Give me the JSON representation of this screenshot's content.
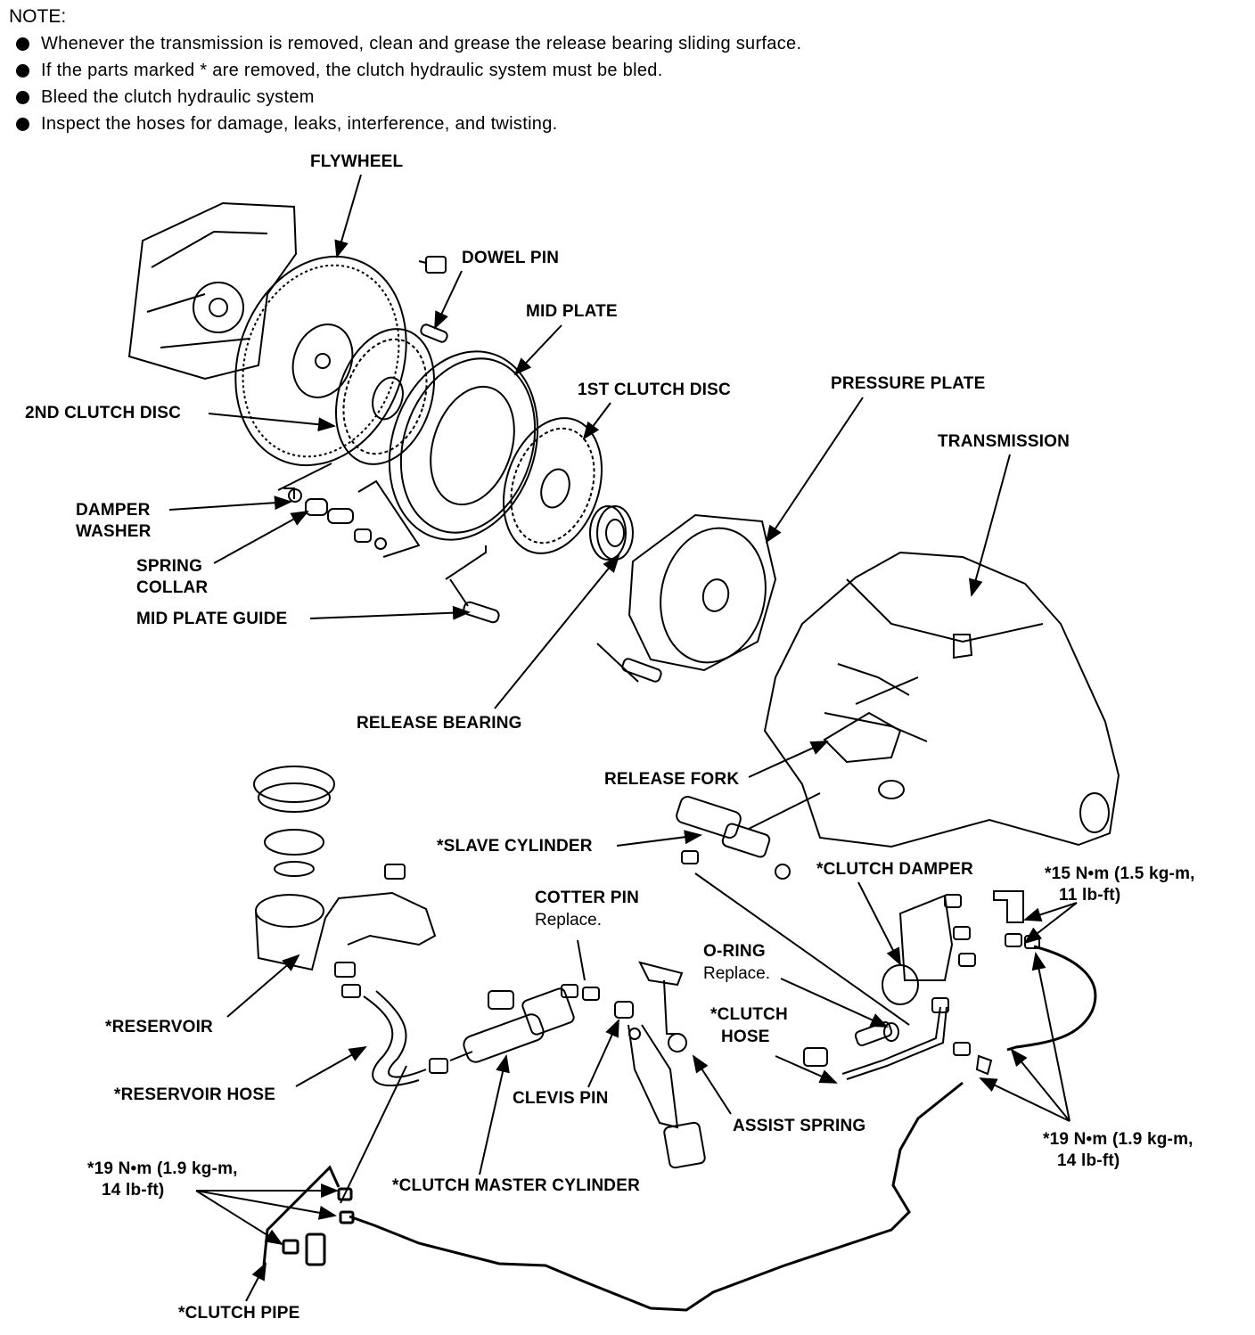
{
  "note": {
    "title": "NOTE:",
    "items": [
      "Whenever the transmission is removed, clean and grease the release bearing sliding surface.",
      "If the parts marked * are removed, the clutch hydraulic system must be bled.",
      "Bleed the clutch hydraulic system",
      "Inspect the hoses for damage, leaks, interference, and twisting."
    ]
  },
  "labels": {
    "flywheel": "FLYWHEEL",
    "dowel_pin": "DOWEL PIN",
    "mid_plate": "MID PLATE",
    "first_clutch_disc": "1ST CLUTCH DISC",
    "pressure_plate": "PRESSURE PLATE",
    "transmission": "TRANSMISSION",
    "second_clutch_disc": "2ND CLUTCH DISC",
    "damper_washer_1": "DAMPER",
    "damper_washer_2": "WASHER",
    "spring_collar_1": "SPRING",
    "spring_collar_2": "COLLAR",
    "mid_plate_guide": "MID PLATE GUIDE",
    "release_bearing": "RELEASE BEARING",
    "release_fork": "RELEASE FORK",
    "slave_cylinder": "*SLAVE CYLINDER",
    "cotter_pin": "COTTER PIN",
    "cotter_pin_note": "Replace.",
    "clutch_damper": "*CLUTCH DAMPER",
    "torque_15_line1": "*15 N•m (1.5 kg-m,",
    "torque_15_line2": "11 lb-ft)",
    "o_ring": "O-RING",
    "o_ring_note": "Replace.",
    "clutch_hose_1": "*CLUTCH",
    "clutch_hose_2": "HOSE",
    "reservoir": "*RESERVOIR",
    "reservoir_hose": "*RESERVOIR HOSE",
    "clevis_pin": "CLEVIS PIN",
    "assist_spring": "ASSIST SPRING",
    "torque_19_right_line1": "*19 N•m (1.9 kg-m,",
    "torque_19_right_line2": "14 lb-ft)",
    "torque_19_left_line1": "*19 N•m (1.9 kg-m,",
    "torque_19_left_line2": "14 lb-ft)",
    "clutch_master_cylinder": "*CLUTCH MASTER CYLINDER",
    "clutch_pipe": "*CLUTCH PIPE"
  }
}
